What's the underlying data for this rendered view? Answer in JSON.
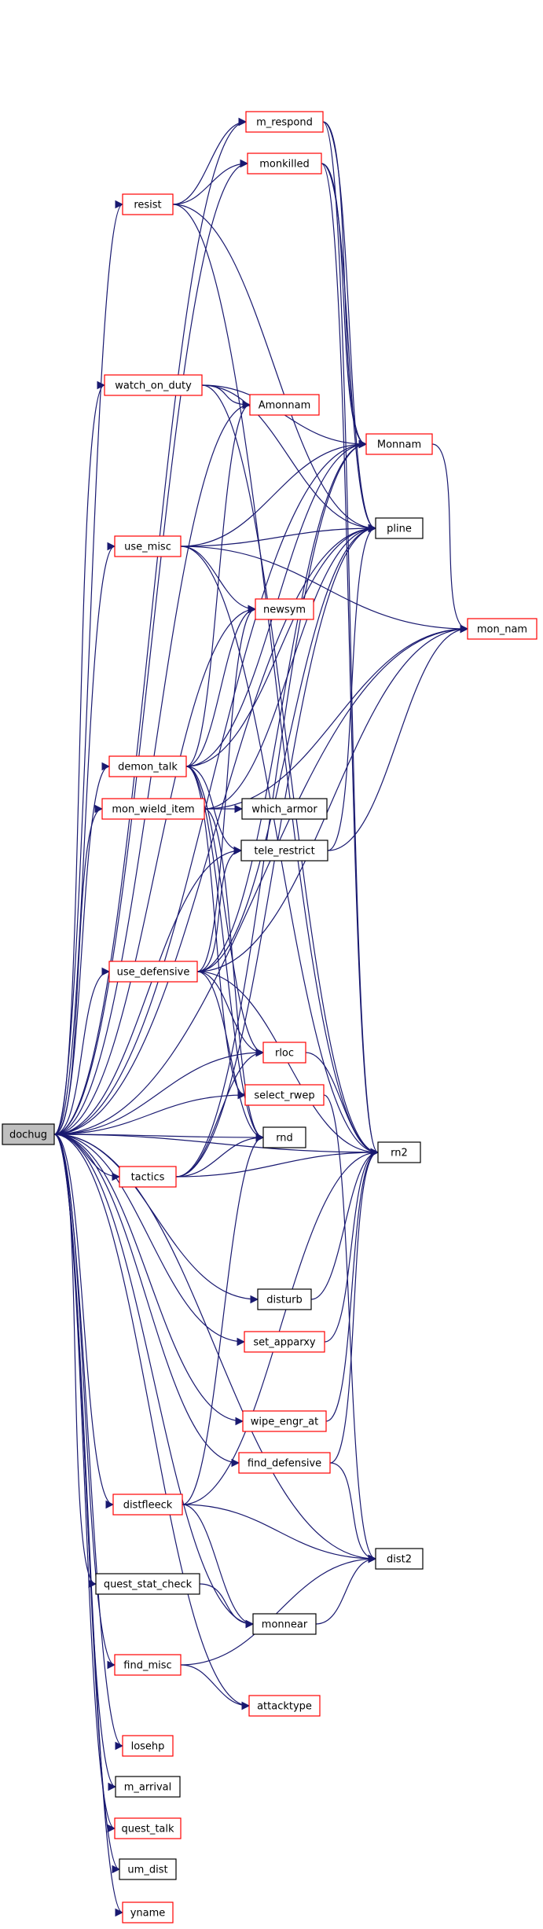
{
  "graph": {
    "root": "dochug",
    "colors": {
      "edge": "#191970",
      "linked_border": "#ff0000",
      "plain_border": "#000000",
      "root_fill": "#bfbfbf"
    },
    "nodes": [
      {
        "id": "dochug",
        "label": "dochug",
        "style": "root"
      },
      {
        "id": "m_respond",
        "label": "m_respond",
        "style": "red"
      },
      {
        "id": "monkilled",
        "label": "monkilled",
        "style": "red"
      },
      {
        "id": "resist",
        "label": "resist",
        "style": "red"
      },
      {
        "id": "watch_on_duty",
        "label": "watch_on_duty",
        "style": "red"
      },
      {
        "id": "Amonnam",
        "label": "Amonnam",
        "style": "red"
      },
      {
        "id": "Monnam",
        "label": "Monnam",
        "style": "red"
      },
      {
        "id": "use_misc",
        "label": "use_misc",
        "style": "red"
      },
      {
        "id": "pline",
        "label": "pline",
        "style": "black"
      },
      {
        "id": "newsym",
        "label": "newsym",
        "style": "red"
      },
      {
        "id": "mon_nam",
        "label": "mon_nam",
        "style": "red"
      },
      {
        "id": "demon_talk",
        "label": "demon_talk",
        "style": "red"
      },
      {
        "id": "mon_wield_item",
        "label": "mon_wield_item",
        "style": "red"
      },
      {
        "id": "which_armor",
        "label": "which_armor",
        "style": "black"
      },
      {
        "id": "tele_restrict",
        "label": "tele_restrict",
        "style": "black"
      },
      {
        "id": "use_defensive",
        "label": "use_defensive",
        "style": "red"
      },
      {
        "id": "rloc",
        "label": "rloc",
        "style": "red"
      },
      {
        "id": "select_rwep",
        "label": "select_rwep",
        "style": "red"
      },
      {
        "id": "rnd",
        "label": "rnd",
        "style": "black"
      },
      {
        "id": "rn2",
        "label": "rn2",
        "style": "black"
      },
      {
        "id": "tactics",
        "label": "tactics",
        "style": "red"
      },
      {
        "id": "disturb",
        "label": "disturb",
        "style": "black"
      },
      {
        "id": "set_apparxy",
        "label": "set_apparxy",
        "style": "red"
      },
      {
        "id": "wipe_engr_at",
        "label": "wipe_engr_at",
        "style": "red"
      },
      {
        "id": "find_defensive",
        "label": "find_defensive",
        "style": "red"
      },
      {
        "id": "distfleeck",
        "label": "distfleeck",
        "style": "red"
      },
      {
        "id": "dist2",
        "label": "dist2",
        "style": "black"
      },
      {
        "id": "quest_stat_check",
        "label": "quest_stat_check",
        "style": "black"
      },
      {
        "id": "monnear",
        "label": "monnear",
        "style": "black"
      },
      {
        "id": "find_misc",
        "label": "find_misc",
        "style": "red"
      },
      {
        "id": "attacktype",
        "label": "attacktype",
        "style": "red"
      },
      {
        "id": "losehp",
        "label": "losehp",
        "style": "red"
      },
      {
        "id": "m_arrival",
        "label": "m_arrival",
        "style": "black"
      },
      {
        "id": "quest_talk",
        "label": "quest_talk",
        "style": "red"
      },
      {
        "id": "um_dist",
        "label": "um_dist",
        "style": "black"
      },
      {
        "id": "yname",
        "label": "yname",
        "style": "red"
      }
    ],
    "edges": [
      [
        "dochug",
        "m_respond"
      ],
      [
        "dochug",
        "monkilled"
      ],
      [
        "dochug",
        "resist"
      ],
      [
        "dochug",
        "watch_on_duty"
      ],
      [
        "dochug",
        "Amonnam"
      ],
      [
        "dochug",
        "Monnam"
      ],
      [
        "dochug",
        "use_misc"
      ],
      [
        "dochug",
        "pline"
      ],
      [
        "dochug",
        "newsym"
      ],
      [
        "dochug",
        "mon_nam"
      ],
      [
        "dochug",
        "demon_talk"
      ],
      [
        "dochug",
        "mon_wield_item"
      ],
      [
        "dochug",
        "tele_restrict"
      ],
      [
        "dochug",
        "use_defensive"
      ],
      [
        "dochug",
        "rloc"
      ],
      [
        "dochug",
        "select_rwep"
      ],
      [
        "dochug",
        "rnd"
      ],
      [
        "dochug",
        "rn2"
      ],
      [
        "dochug",
        "tactics"
      ],
      [
        "dochug",
        "disturb"
      ],
      [
        "dochug",
        "set_apparxy"
      ],
      [
        "dochug",
        "wipe_engr_at"
      ],
      [
        "dochug",
        "find_defensive"
      ],
      [
        "dochug",
        "distfleeck"
      ],
      [
        "dochug",
        "dist2"
      ],
      [
        "dochug",
        "quest_stat_check"
      ],
      [
        "dochug",
        "monnear"
      ],
      [
        "dochug",
        "find_misc"
      ],
      [
        "dochug",
        "attacktype"
      ],
      [
        "dochug",
        "losehp"
      ],
      [
        "dochug",
        "m_arrival"
      ],
      [
        "dochug",
        "quest_talk"
      ],
      [
        "dochug",
        "um_dist"
      ],
      [
        "dochug",
        "yname"
      ],
      [
        "m_respond",
        "Monnam"
      ],
      [
        "m_respond",
        "pline"
      ],
      [
        "m_respond",
        "rn2"
      ],
      [
        "monkilled",
        "Monnam"
      ],
      [
        "monkilled",
        "pline"
      ],
      [
        "monkilled",
        "rn2"
      ],
      [
        "resist",
        "m_respond"
      ],
      [
        "resist",
        "monkilled"
      ],
      [
        "resist",
        "rn2"
      ],
      [
        "resist",
        "pline"
      ],
      [
        "watch_on_duty",
        "Amonnam"
      ],
      [
        "watch_on_duty",
        "pline"
      ],
      [
        "watch_on_duty",
        "Monnam"
      ],
      [
        "watch_on_duty",
        "rn2"
      ],
      [
        "Monnam",
        "mon_nam"
      ],
      [
        "use_misc",
        "Monnam"
      ],
      [
        "use_misc",
        "pline"
      ],
      [
        "use_misc",
        "newsym"
      ],
      [
        "use_misc",
        "mon_nam"
      ],
      [
        "use_misc",
        "rn2"
      ],
      [
        "demon_talk",
        "Amonnam"
      ],
      [
        "demon_talk",
        "newsym"
      ],
      [
        "demon_talk",
        "Monnam"
      ],
      [
        "demon_talk",
        "pline"
      ],
      [
        "demon_talk",
        "tele_restrict"
      ],
      [
        "demon_talk",
        "rloc"
      ],
      [
        "demon_talk",
        "select_rwep"
      ],
      [
        "demon_talk",
        "rnd"
      ],
      [
        "mon_wield_item",
        "which_armor"
      ],
      [
        "mon_wield_item",
        "pline"
      ],
      [
        "mon_wield_item",
        "mon_nam"
      ],
      [
        "mon_wield_item",
        "rnd"
      ],
      [
        "tele_restrict",
        "pline"
      ],
      [
        "tele_restrict",
        "mon_nam"
      ],
      [
        "use_defensive",
        "tele_restrict"
      ],
      [
        "use_defensive",
        "Monnam"
      ],
      [
        "use_defensive",
        "pline"
      ],
      [
        "use_defensive",
        "newsym"
      ],
      [
        "use_defensive",
        "mon_nam"
      ],
      [
        "use_defensive",
        "rloc"
      ],
      [
        "use_defensive",
        "rnd"
      ],
      [
        "use_defensive",
        "rn2"
      ],
      [
        "rloc",
        "rn2"
      ],
      [
        "select_rwep",
        "dist2"
      ],
      [
        "tactics",
        "rloc"
      ],
      [
        "tactics",
        "rnd"
      ],
      [
        "tactics",
        "rn2"
      ],
      [
        "tactics",
        "pline"
      ],
      [
        "tactics",
        "Monnam"
      ],
      [
        "disturb",
        "rn2"
      ],
      [
        "set_apparxy",
        "rn2"
      ],
      [
        "wipe_engr_at",
        "rn2"
      ],
      [
        "find_defensive",
        "rn2"
      ],
      [
        "find_defensive",
        "dist2"
      ],
      [
        "distfleeck",
        "rnd"
      ],
      [
        "distfleeck",
        "rn2"
      ],
      [
        "distfleeck",
        "dist2"
      ],
      [
        "distfleeck",
        "monnear"
      ],
      [
        "quest_stat_check",
        "monnear"
      ],
      [
        "monnear",
        "dist2"
      ],
      [
        "find_misc",
        "attacktype"
      ],
      [
        "find_misc",
        "dist2"
      ]
    ]
  }
}
